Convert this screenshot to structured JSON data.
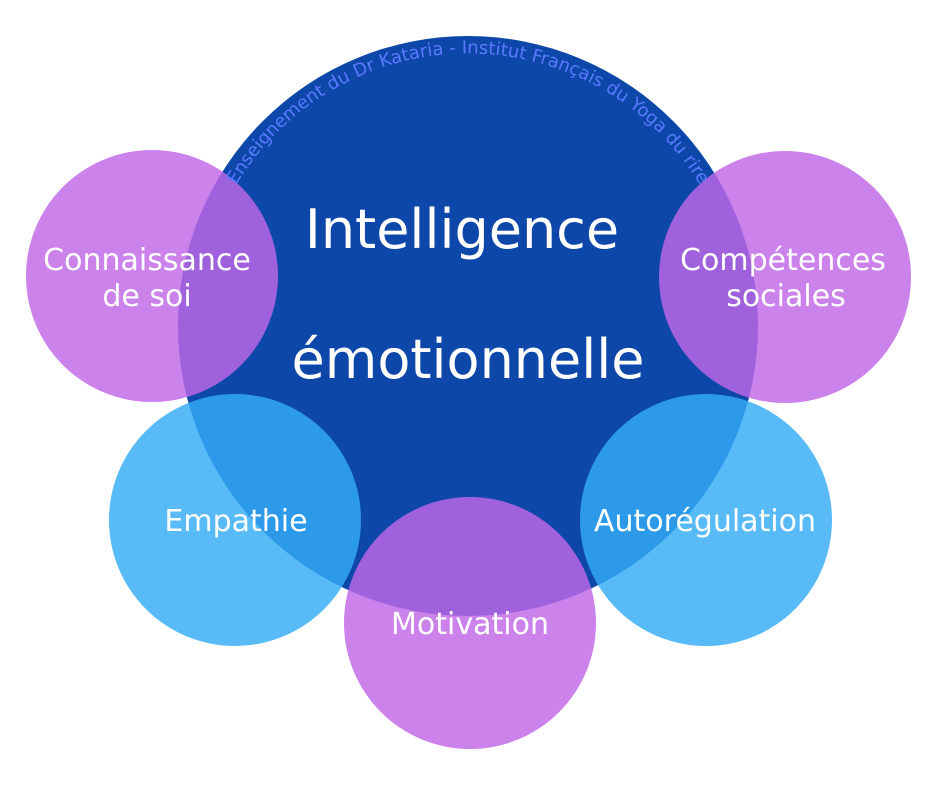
{
  "diagram": {
    "colors": {
      "center": "#0d47a9",
      "purple": "#c066e6",
      "blue": "#33acf7",
      "overlap_purple": "#a35fdb",
      "overlap_blue": "#2e9ff0",
      "arc_text": "#5b79ff",
      "label_text": "#ffffff"
    },
    "center": {
      "title_line1": "Intelligence",
      "title_line2": "émotionnelle"
    },
    "arc_caption": "Enseignement du Dr Kataria - Institut Français du Yoga du rire",
    "satellites": {
      "self_awareness": {
        "line1": "Connaissance",
        "line2": "de soi"
      },
      "social_skills": {
        "line1": "Compétences",
        "line2": "sociales"
      },
      "empathy": {
        "line1": "Empathie"
      },
      "self_regulation": {
        "line1": "Autorégulation"
      },
      "motivation": {
        "line1": "Motivation"
      }
    }
  }
}
